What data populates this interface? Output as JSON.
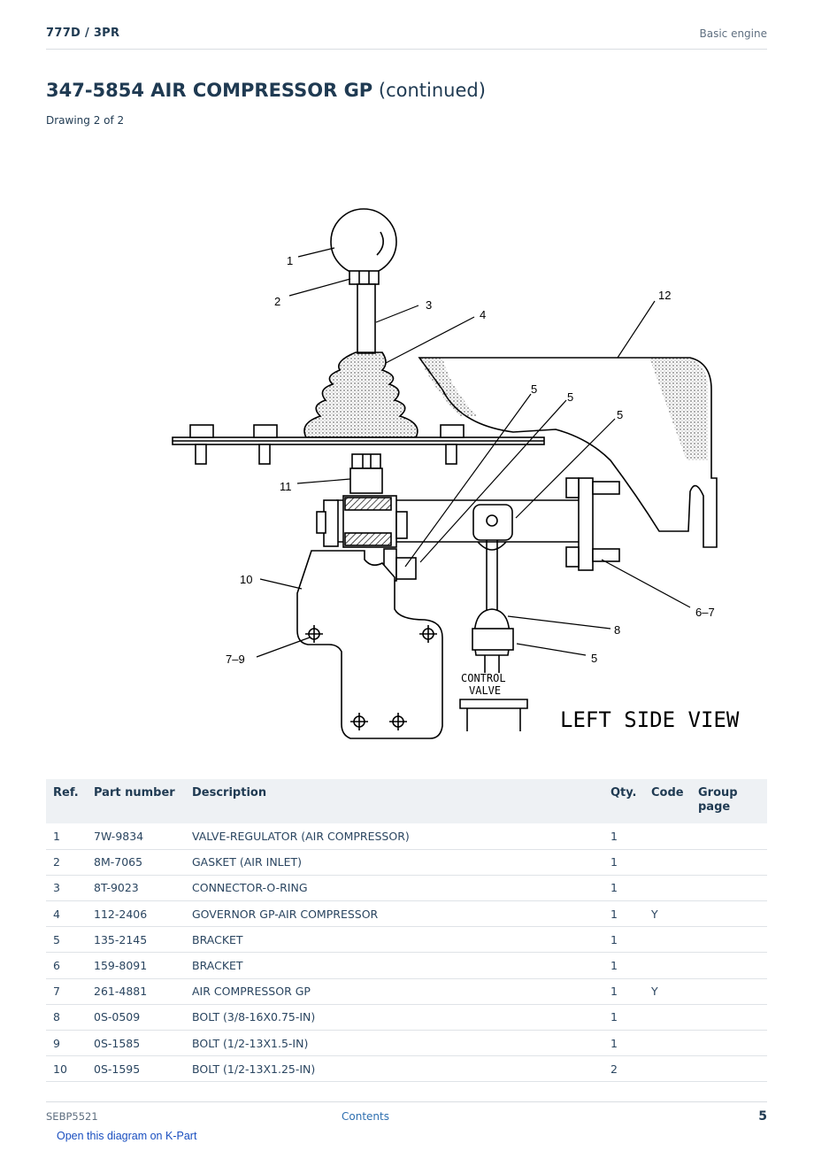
{
  "header": {
    "model": "777D  /  3PR",
    "section": "Basic engine"
  },
  "title": {
    "number": "347-5854 AIR COMPRESSOR GP",
    "suffix": "(continued)"
  },
  "subtitle": "Drawing 2 of 2",
  "drawing": {
    "view_label": "LEFT SIDE VIEW",
    "control_valve": [
      "CONTROL",
      "VALVE"
    ],
    "callouts": [
      "1",
      "2",
      "3",
      "4",
      "5",
      "5",
      "5",
      "12",
      "11",
      "10",
      "6–7",
      "8",
      "5",
      "7–9"
    ]
  },
  "table": {
    "headers": [
      "Ref.",
      "Part number",
      "Description",
      "Qty.",
      "Code",
      "Group page"
    ],
    "rows": [
      [
        "1",
        "7W-9834",
        "VALVE-REGULATOR (AIR COMPRESSOR)",
        "1",
        ""
      ],
      [
        "2",
        "8M-7065",
        "GASKET (AIR INLET)",
        "1",
        ""
      ],
      [
        "3",
        "8T-9023",
        "CONNECTOR-O-RING",
        "1",
        ""
      ],
      [
        "4",
        "112-2406",
        "GOVERNOR GP-AIR COMPRESSOR",
        "1",
        "Y"
      ],
      [
        "5",
        "135-2145",
        "BRACKET",
        "1",
        ""
      ],
      [
        "6",
        "159-8091",
        "BRACKET",
        "1",
        ""
      ],
      [
        "7",
        "261-4881",
        "AIR COMPRESSOR GP",
        "1",
        "Y"
      ],
      [
        "8",
        "0S-0509",
        "BOLT (3/8-16X0.75-IN)",
        "1",
        ""
      ],
      [
        "9",
        "0S-1585",
        "BOLT (1/2-13X1.5-IN)",
        "1",
        ""
      ],
      [
        "10",
        "0S-1595",
        "BOLT (1/2-13X1.25-IN)",
        "2",
        ""
      ]
    ]
  },
  "footer": {
    "doc": "SEBP5521",
    "contents": "Contents",
    "page": "5"
  },
  "kpart_link": "Open this diagram on K-Part"
}
